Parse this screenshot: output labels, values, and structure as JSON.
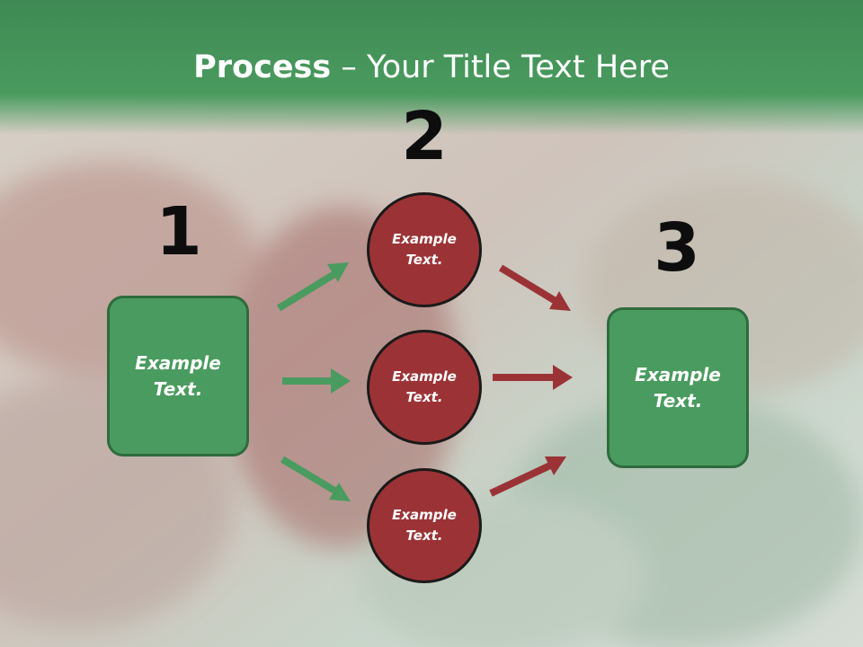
{
  "slide": {
    "title_bold": "Process",
    "title_rest": " – Your Title Text Here"
  },
  "steps": {
    "one": "1",
    "two": "2",
    "three": "3"
  },
  "nodes": {
    "left_box": "Example\nText.",
    "circle_top": "Example\nText.",
    "circle_middle": "Example\nText.",
    "circle_bottom": "Example\nText.",
    "right_box": "Example\nText."
  },
  "colors": {
    "green": "#4a9b5f",
    "red": "#9b3336",
    "arrow_green": "#4a9b5f",
    "arrow_red": "#9b3336"
  }
}
